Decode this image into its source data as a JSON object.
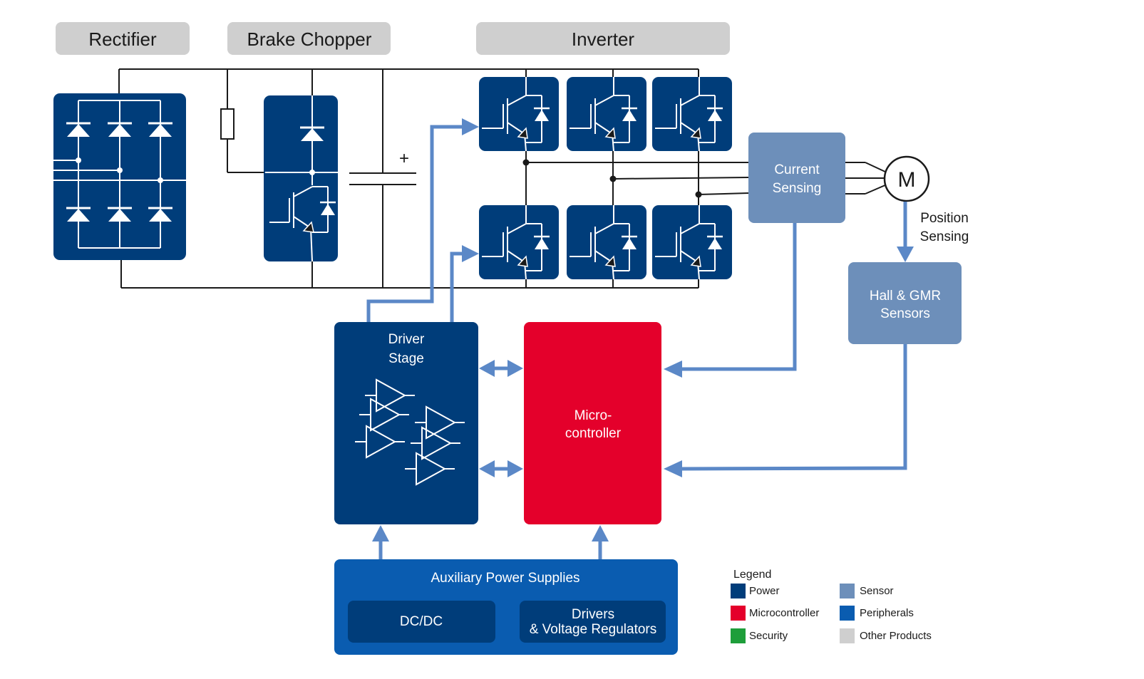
{
  "sections": {
    "rectifier": "Rectifier",
    "brake_chopper": "Brake Chopper",
    "inverter": "Inverter"
  },
  "blocks": {
    "current_sensing": [
      "Current",
      "Sensing"
    ],
    "position_sensing": [
      "Position",
      "Sensing"
    ],
    "hall_gmr": [
      "Hall & GMR",
      "Sensors"
    ],
    "driver_stage": [
      "Driver",
      "Stage"
    ],
    "microcontroller": [
      "Micro-",
      "controller"
    ],
    "aux_power": "Auxiliary Power Supplies",
    "dcdc": "DC/DC",
    "drivers_regulators": [
      "Drivers",
      "& Voltage Regulators"
    ],
    "motor": "M",
    "capacitor_polarity": "+"
  },
  "legend": {
    "title": "Legend",
    "items": [
      {
        "label": "Power",
        "color": "#003d7a"
      },
      {
        "label": "Microcontroller",
        "color": "#e4002b"
      },
      {
        "label": "Security",
        "color": "#1e9e3a"
      },
      {
        "label": "Sensor",
        "color": "#6d8fba"
      },
      {
        "label": "Peripherals",
        "color": "#0a5cb0"
      },
      {
        "label": "Other Products",
        "color": "#cfcfcf"
      }
    ]
  },
  "colors": {
    "power": "#003d7a",
    "microcontroller": "#e4002b",
    "sensor": "#6d8fba",
    "peripherals": "#0a5cb0",
    "other": "#cfcfcf",
    "arrow": "#5b88c7"
  }
}
